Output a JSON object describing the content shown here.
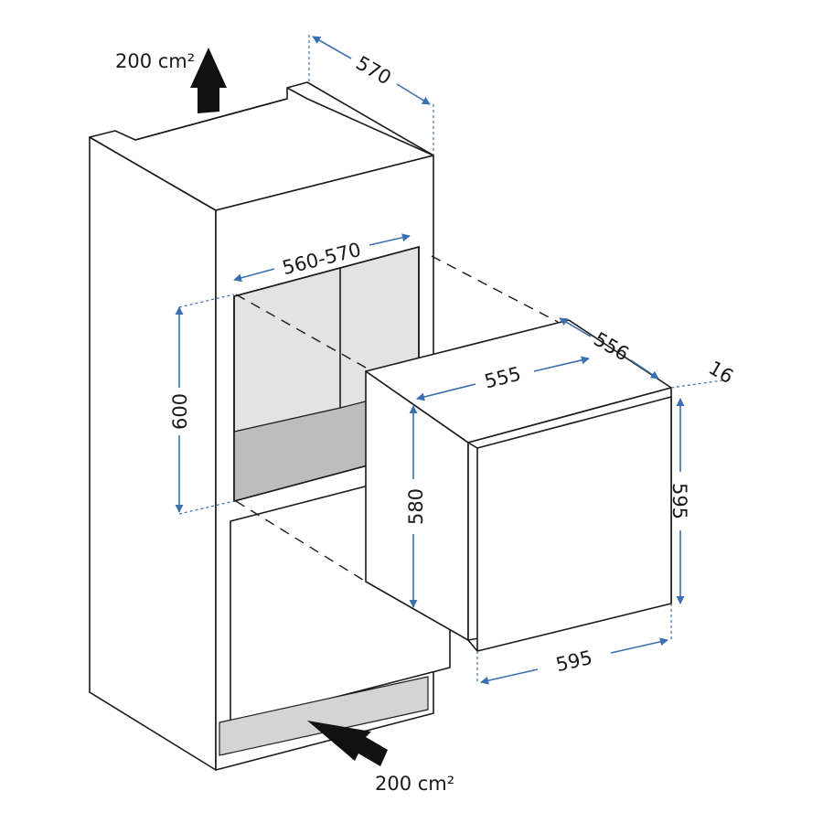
{
  "colors": {
    "line": "#1a1a1a",
    "dimension": "#3a6fb0",
    "niche_back": "#e3e3e3",
    "niche_floor": "#bdbdbd",
    "vent_grille": "#d4d4d4",
    "arrow_fill": "#111111"
  },
  "airflow": {
    "top_label": "200 cm²",
    "bottom_label": "200 cm²"
  },
  "dimensions": {
    "cabinet_depth": "570",
    "niche_width": "560-570",
    "niche_height": "600",
    "appliance_depth": "556",
    "door_thickness": "16",
    "appliance_width": "555",
    "appliance_height": "580",
    "door_height": "595",
    "door_width": "595"
  },
  "icons": {
    "top_arrow": "up-arrow-icon",
    "bottom_arrow": "diagonal-arrow-icon"
  }
}
